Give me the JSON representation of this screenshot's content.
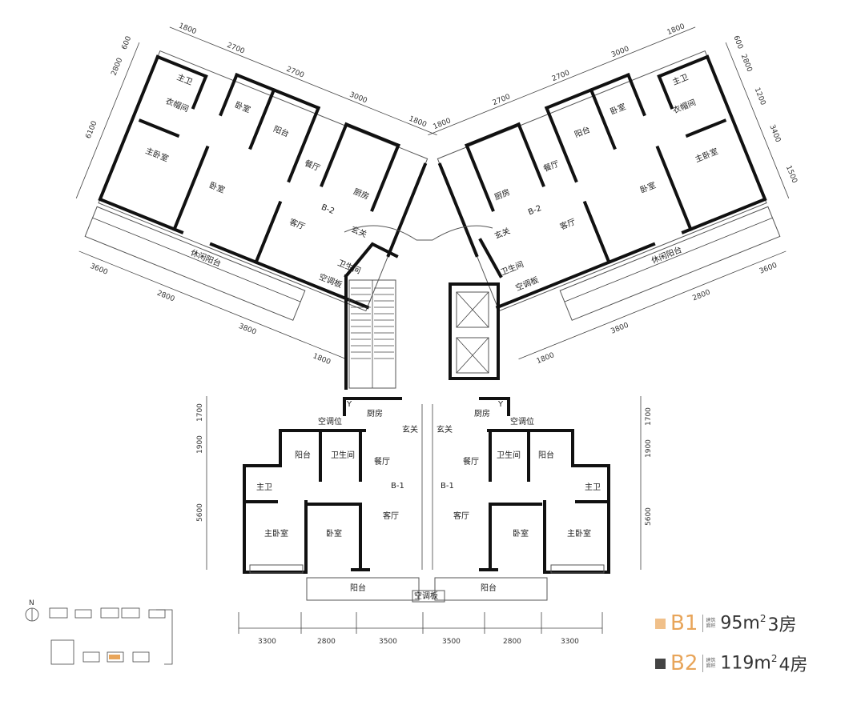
{
  "labels": {
    "master_bath": "主卫",
    "bedroom": "卧室",
    "balcony": "阳台",
    "dining": "餐厅",
    "kitchen": "厨房",
    "cloakroom": "衣帽间",
    "master_bedroom": "主卧室",
    "living": "客厅",
    "entrance": "玄关",
    "bathroom": "卫生间",
    "leisure_balcony": "休闲阳台",
    "ac_panel": "空调板",
    "ac_spot": "空调位",
    "unit_b1": "B-1",
    "unit_b2": "B-2",
    "y_mark": "Y"
  },
  "dims": {
    "left_top": [
      "1800",
      "2700",
      "2700",
      "3000",
      "1800"
    ],
    "left_side": [
      "600",
      "2800",
      "6100"
    ],
    "left_bottom": [
      "3600",
      "2800",
      "3800",
      "1800"
    ],
    "right_top": [
      "1800",
      "2700",
      "2700",
      "3000",
      "1800"
    ],
    "right_side": [
      "600",
      "2800",
      "1200",
      "3400",
      "1500"
    ],
    "right_bottom": [
      "3600",
      "2800",
      "3800",
      "1800"
    ],
    "lower_left": [
      "1700",
      "1900",
      "5600"
    ],
    "lower_right": [
      "1700",
      "1900",
      "5600"
    ],
    "bottom": [
      "3300",
      "2800",
      "3500",
      "3500",
      "2800",
      "3300"
    ]
  },
  "compass": "N",
  "legend": [
    {
      "code": "B1",
      "sub": "建筑面积",
      "area": "95m",
      "sup": "2",
      "rooms": "3房",
      "color": "#f0c08a"
    },
    {
      "code": "B2",
      "sub": "建筑面积",
      "area": "119m",
      "sup": "2",
      "rooms": "4房",
      "color": "#444444"
    }
  ],
  "accent": "#e8a55a"
}
